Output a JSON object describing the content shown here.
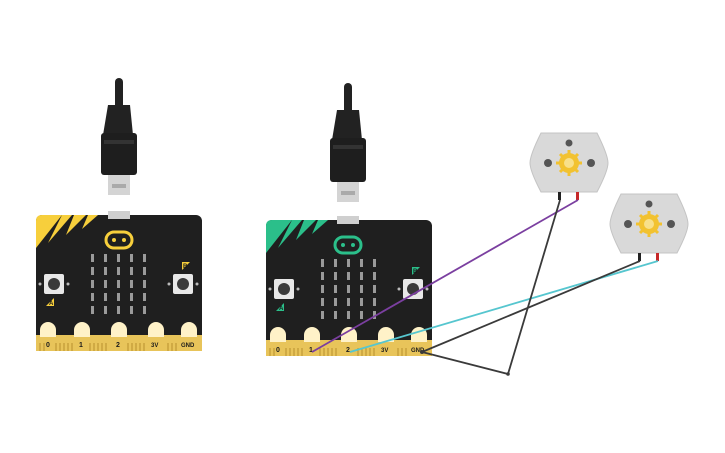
{
  "boards": [
    {
      "name": "microbit-yellow",
      "accent": "#f7cf3c",
      "pins": [
        "0",
        "1",
        "2",
        "3V",
        "GND"
      ],
      "button_a": "A",
      "button_b": "B"
    },
    {
      "name": "microbit-green",
      "accent": "#2bbf8a",
      "pins": [
        "0",
        "1",
        "2",
        "3V",
        "GND"
      ],
      "button_a": "A",
      "button_b": "B"
    }
  ],
  "motors": [
    {
      "name": "dc-motor-1",
      "body_color": "#d9d9d9",
      "gear_color": "#f2c230"
    },
    {
      "name": "dc-motor-2",
      "body_color": "#d9d9d9",
      "gear_color": "#f2c230"
    }
  ],
  "wires": [
    {
      "name": "wire-purple",
      "color": "#7b3fa0"
    },
    {
      "name": "wire-cyan",
      "color": "#56c6cf"
    },
    {
      "name": "wire-ground",
      "color": "#3a3a3a"
    }
  ],
  "colors": {
    "board_body": "#1f1f1f",
    "edge_gold": "#e8c45a",
    "pad": "#fff2c8",
    "led": "#9a9a9a",
    "cable": "#222222",
    "connector": "#cfcfcf"
  }
}
